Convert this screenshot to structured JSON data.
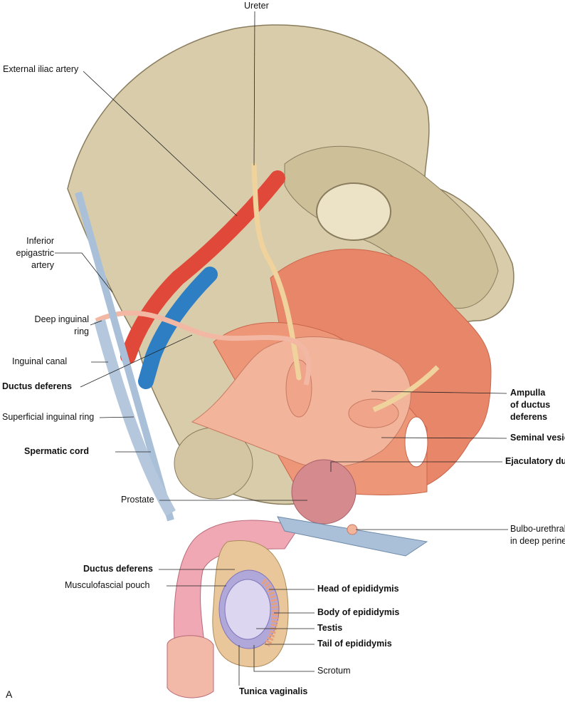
{
  "figure_letter": "A",
  "labels": {
    "ureter": "Ureter",
    "external_iliac_artery": "External iliac artery",
    "inferior_epigastric_artery": [
      "Inferior",
      "epigastric",
      "artery"
    ],
    "deep_inguinal_ring": [
      "Deep inguinal",
      "ring"
    ],
    "inguinal_canal": "Inguinal canal",
    "ductus_deferens_upper": "Ductus deferens",
    "superficial_inguinal_ring": "Superficial inguinal ring",
    "spermatic_cord": "Spermatic cord",
    "prostate": "Prostate",
    "ductus_deferens_lower": "Ductus deferens",
    "musculofascial_pouch": "Musculofascial pouch",
    "ampulla": [
      "Ampulla",
      "of ductus",
      "deferens"
    ],
    "seminal_vesicle": "Seminal vesicle",
    "ejaculatory_ducts": "Ejaculatory ducts",
    "bulbo_urethral_gland": [
      "Bulbo-urethral gland",
      "in deep perineal pouch"
    ],
    "head_of_epididymis": "Head of epididymis",
    "body_of_epididymis": "Body of epididymis",
    "testis": "Testis",
    "tail_of_epididymis": "Tail of epididymis",
    "scrotum": "Scrotum",
    "tunica_vaginalis": "Tunica vaginalis"
  },
  "colors": {
    "bone": "#d9ccaa",
    "muscle": "#e8866a",
    "bladder": "#f2b49a",
    "artery": "#e0483a",
    "vein": "#2e7ec4",
    "ureter": "#f0d39c",
    "testis": "#c9c3e6"
  }
}
